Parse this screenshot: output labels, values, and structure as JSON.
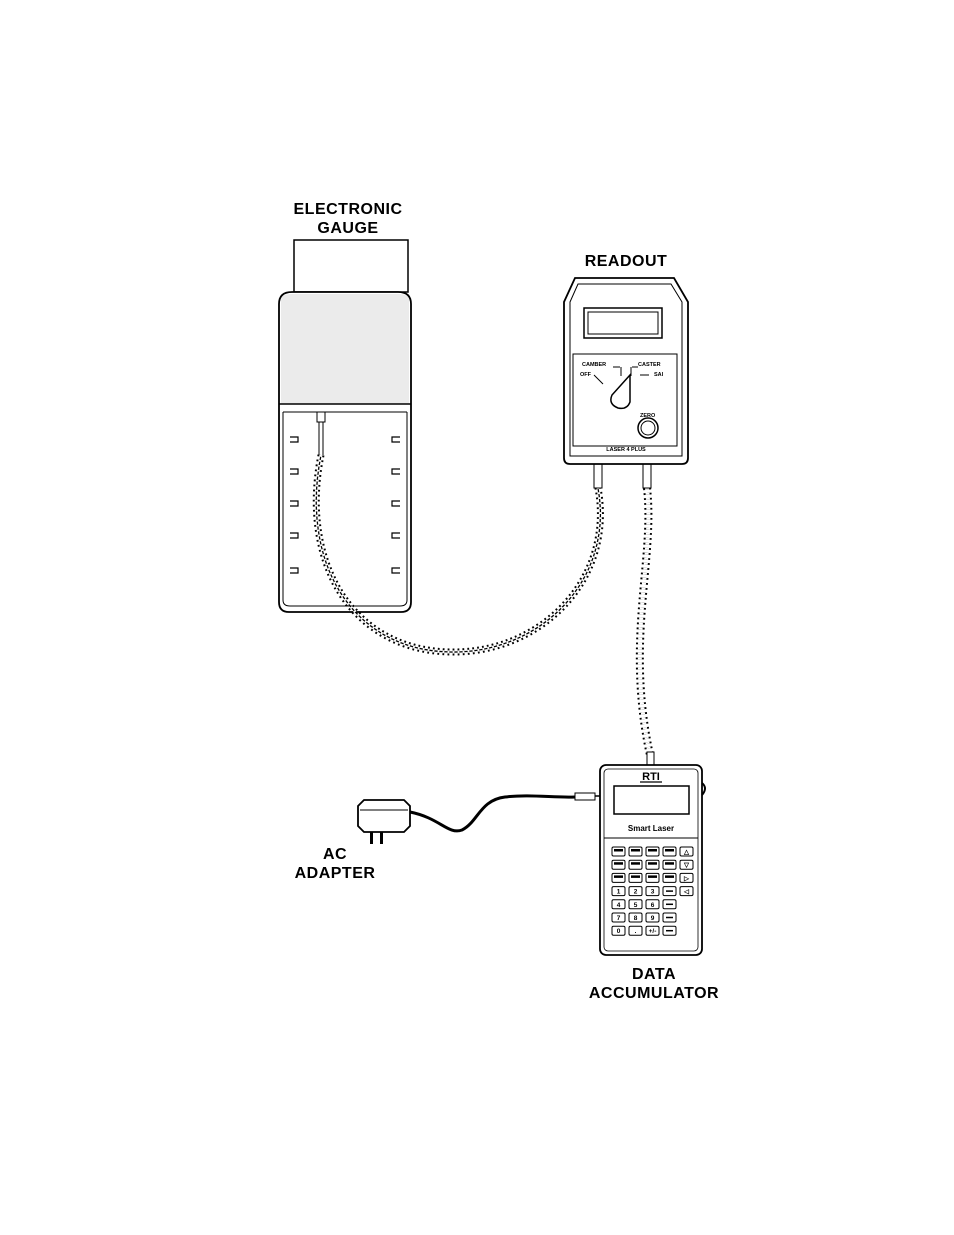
{
  "labels": {
    "electronic_gauge": [
      "ELECTRONIC",
      "GAUGE"
    ],
    "readout": "READOUT",
    "ac_adapter": [
      "AC",
      "ADAPTER"
    ],
    "data_accumulator": [
      "DATA",
      "ACCUMULATOR"
    ]
  },
  "readout_panel": {
    "camber": "CAMBER",
    "caster": "CASTER",
    "off": "OFF",
    "sai": "SAI",
    "zero": "ZERO",
    "model": "LASER 4 PLUS"
  },
  "accumulator": {
    "brand": "RTI",
    "name": "Smart Laser",
    "keys": [
      [
        "",
        "",
        "",
        "",
        "△"
      ],
      [
        "",
        "",
        "",
        "",
        "▽"
      ],
      [
        "",
        "",
        "",
        "",
        "▷"
      ],
      [
        "1",
        "2",
        "3",
        "",
        "◁"
      ],
      [
        "4",
        "5",
        "6",
        ""
      ],
      [
        "7",
        "8",
        "9",
        ""
      ],
      [
        "0",
        ".",
        "+/-",
        ""
      ]
    ]
  },
  "colors": {
    "ink": "#000000",
    "paper": "#ffffff",
    "body_fill": "#f4f4f4"
  }
}
